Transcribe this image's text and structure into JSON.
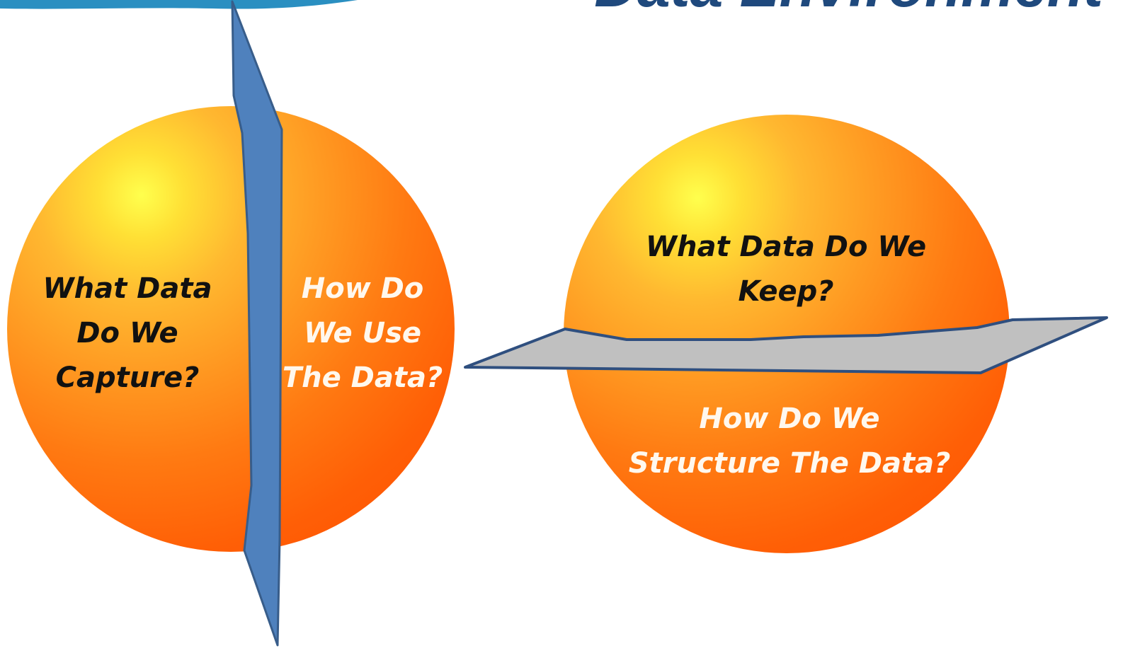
{
  "title": "Data Environment",
  "colors": {
    "title": "#1f497d",
    "vertical_plane": "#4f81bd",
    "vertical_plane_border": "#385d8a",
    "horizontal_plane": "#c0c0c0",
    "horizontal_plane_border": "#2f4f7f",
    "sphere_core": "#ffff4d",
    "sphere_edge": "#ff4e00",
    "question_dark": "#111111",
    "question_light": "#fff8ee"
  },
  "left_sphere": {
    "divider": "vertical-plane",
    "side_a_question": "What Data\nDo We\nCapture?",
    "side_b_question": "How Do\nWe Use\nThe Data?"
  },
  "right_sphere": {
    "divider": "horizontal-plane",
    "top_question": "What Data Do We\nKeep?",
    "bottom_question": "How Do We\nStructure The Data?"
  }
}
